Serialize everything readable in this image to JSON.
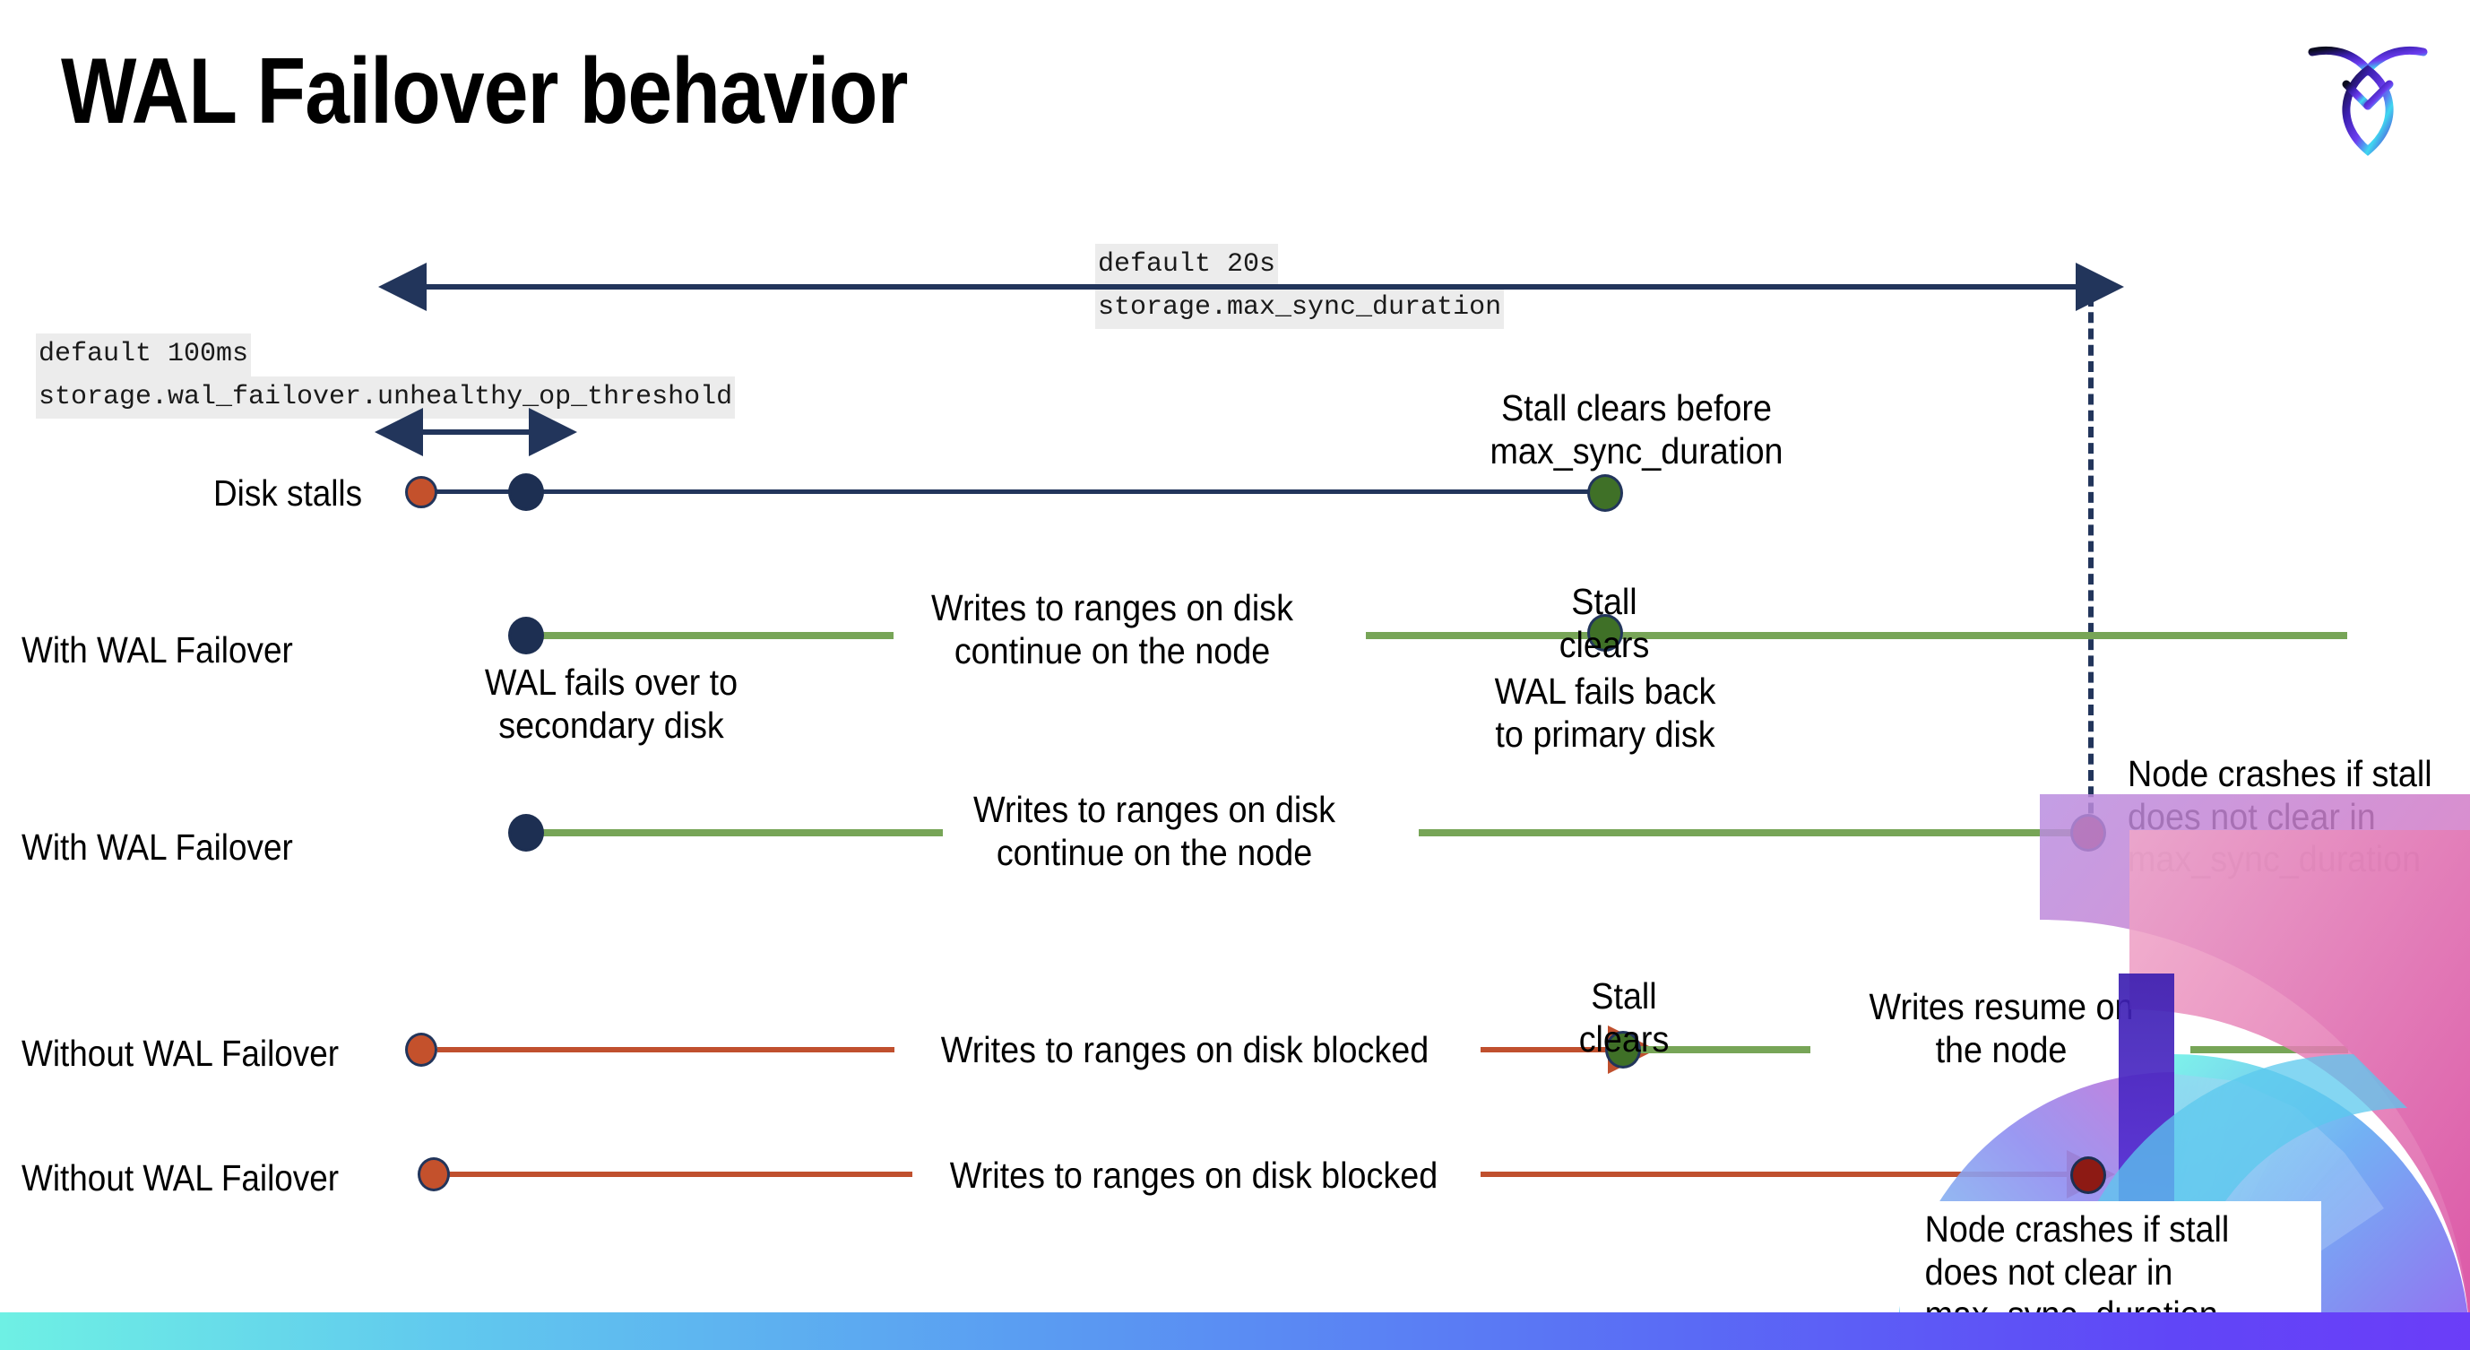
{
  "slide": {
    "title": "WAL Failover behavior",
    "logo_name": "cockroachdb-logo"
  },
  "annotations": {
    "max_sync": {
      "line1": "default 20s",
      "line2": "storage.max_sync_duration"
    },
    "unhealthy": {
      "line1": "default 100ms",
      "line2": "storage.wal_failover.unhealthy_op_threshold"
    }
  },
  "rows": [
    {
      "label": "Disk stalls",
      "note_right": "Stall clears before\nmax_sync_duration"
    },
    {
      "label": "With WAL Failover",
      "note_below_start": "WAL fails over to\nsecondary disk",
      "note_middle": "Writes to ranges on disk\ncontinue on the node",
      "note_above_clear": "Stall clears",
      "note_below_clear": "WAL fails  back\nto primary disk"
    },
    {
      "label": "With WAL Failover",
      "note_middle": "Writes to ranges on disk\ncontinue on the node",
      "note_right": "Node crashes if stall\ndoes not clear in\nmax_sync_duration"
    },
    {
      "label": "Without WAL Failover",
      "note_middle": "Writes to ranges on disk  blocked",
      "note_above_clear": "Stall clears",
      "note_right": "Writes resume on\nthe node"
    },
    {
      "label": "Without WAL Failover",
      "note_middle": "Writes to ranges on disk  blocked",
      "note_callout": "Node crashes if stall\ndoes not clear in\nmax_sync_duration"
    }
  ],
  "colors": {
    "navy": "#22355b",
    "green_line": "#77a557",
    "red_line": "#c0502e",
    "dot_orange": "#c4512c",
    "dot_navy": "#1d2f52",
    "dot_green": "#3f7027",
    "dot_darkred": "#8d1a14",
    "code_bg": "#ececec"
  }
}
